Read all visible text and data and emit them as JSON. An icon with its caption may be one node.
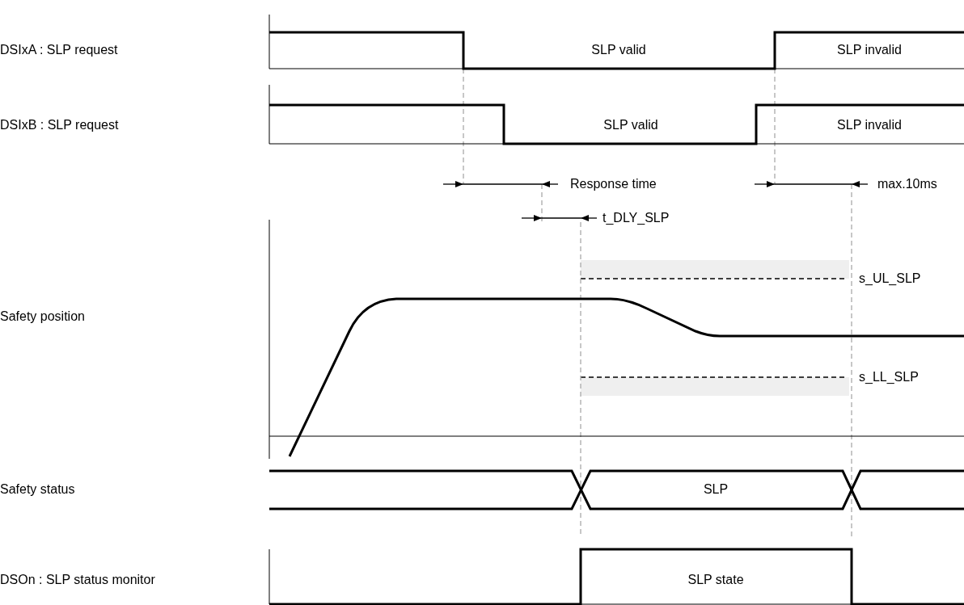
{
  "diagram": {
    "labels": [
      "DSIxA : SLP request",
      "SLP valid",
      "SLP invalid",
      "DSIxB : SLP request",
      "SLP valid",
      "SLP invalid",
      "Response time",
      "max.10ms",
      "t_DLY_SLP",
      "s_UL_SLP",
      "Safety position",
      "s_LL_SLP",
      "Safety status",
      "SLP",
      "DSOn : SLP status monitor",
      "SLP state"
    ]
  }
}
